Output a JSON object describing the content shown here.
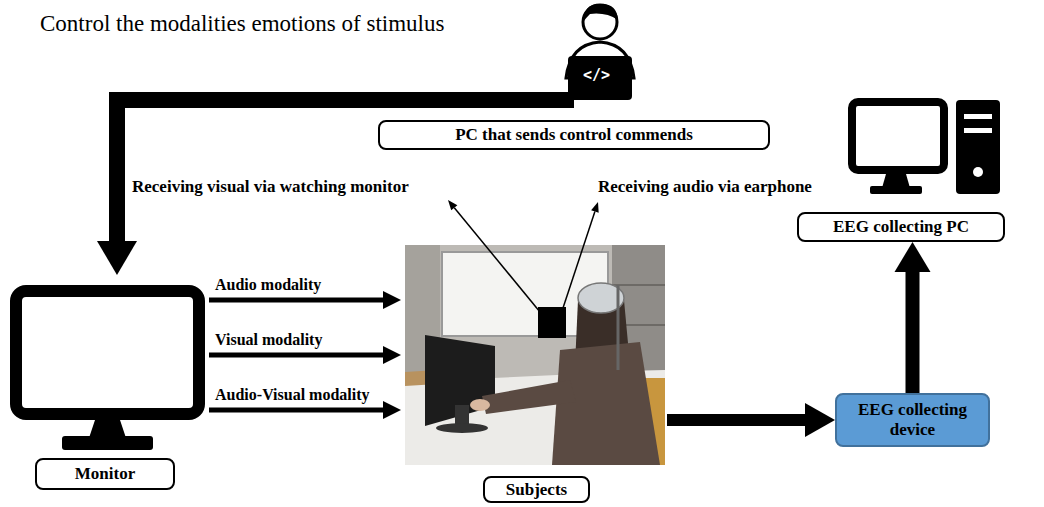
{
  "diagram": {
    "nodes": [
      {
        "text": [
          "PC that sends control commends"
        ]
      },
      {
        "text": [
          "Monitor"
        ]
      },
      {
        "text": [
          "Subjects"
        ]
      },
      {
        "text": [
          "EEG collecting device"
        ]
      },
      {
        "text": [
          "EEG collecting PC"
        ]
      }
    ],
    "edges": [
      {
        "from": 0,
        "to": 1,
        "arrow": "to"
      },
      {
        "from": 1,
        "to": 2,
        "arrow": "to",
        "label": "Audio modality"
      },
      {
        "from": 1,
        "to": 2,
        "arrow": "to",
        "label": "Visual modality"
      },
      {
        "from": 1,
        "to": 2,
        "arrow": "to",
        "label": "Audio-Visual modality"
      },
      {
        "from": 2,
        "to": 3,
        "arrow": "to"
      },
      {
        "from": 3,
        "to": 4,
        "arrow": "to"
      }
    ],
    "labels": [
      "Control the modalities emotions of stimulus",
      "Receiving visual via watching monitor",
      "Receiving audio via earphone",
      "</>"
    ]
  }
}
